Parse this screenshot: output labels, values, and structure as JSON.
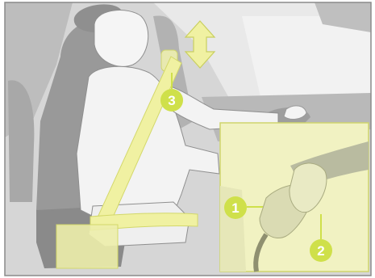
{
  "figure": {
    "callouts": [
      {
        "id": "1",
        "label": "1"
      },
      {
        "id": "2",
        "label": "2"
      },
      {
        "id": "3",
        "label": "3"
      }
    ],
    "colors": {
      "frame": "#8a8a8a",
      "background": "#d9d9d9",
      "interior_dark": "#9b9b9b",
      "interior_mid": "#b7b7b7",
      "occupant": "#f3f3f3",
      "highlight": "#f1f2a6",
      "highlight_stroke": "#d3d86a",
      "callout_fill": "#cfe04a",
      "callout_text": "#ffffff"
    },
    "icons": [
      "up-down-arrow-icon"
    ]
  }
}
